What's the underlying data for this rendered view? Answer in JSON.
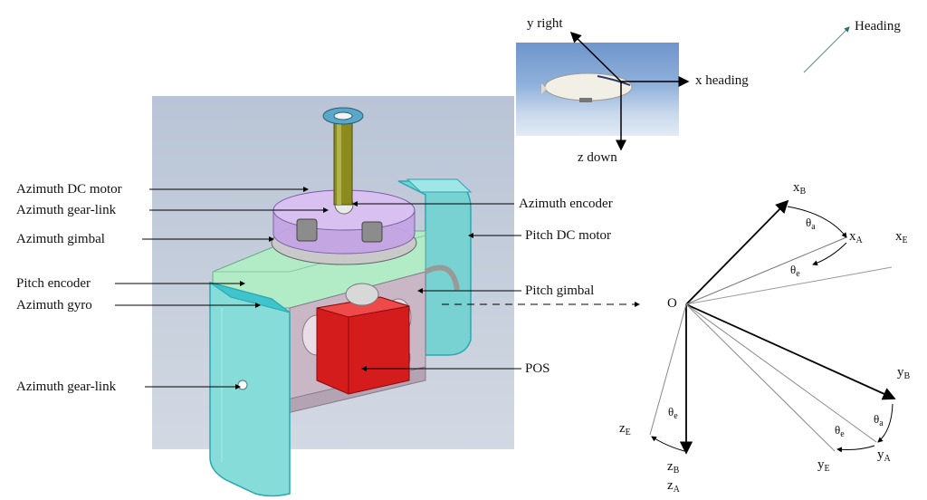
{
  "left_labels": [
    {
      "id": "az-dc-motor",
      "text": "Azimuth DC motor"
    },
    {
      "id": "az-gear-link-top",
      "text": "Azimuth gear-link"
    },
    {
      "id": "az-gimbal",
      "text": "Azimuth gimbal"
    },
    {
      "id": "pitch-encoder",
      "text": "Pitch encoder"
    },
    {
      "id": "az-gyro",
      "text": "Azimuth gyro"
    },
    {
      "id": "az-gear-link-bottom",
      "text": "Azimuth gear-link"
    }
  ],
  "right_labels": [
    {
      "id": "az-encoder",
      "text": "Azimuth encoder"
    },
    {
      "id": "pitch-dc-motor",
      "text": "Pitch DC motor"
    },
    {
      "id": "pitch-gimbal",
      "text": "Pitch gimbal"
    },
    {
      "id": "pos",
      "text": "POS"
    }
  ],
  "body_frame": {
    "y_right": "y right",
    "x_heading": "x heading",
    "z_down": "z down"
  },
  "heading_label": "Heading",
  "coord": {
    "origin": "O",
    "xB": {
      "base": "x",
      "sub": "B"
    },
    "xA": {
      "base": "x",
      "sub": "A"
    },
    "xE": {
      "base": "x",
      "sub": "E"
    },
    "yB": {
      "base": "y",
      "sub": "B"
    },
    "yA": {
      "base": "y",
      "sub": "A"
    },
    "yE": {
      "base": "y",
      "sub": "E"
    },
    "zB": {
      "base": "z",
      "sub": "B"
    },
    "zA": {
      "base": "z",
      "sub": "A"
    },
    "zE": {
      "base": "z",
      "sub": "E"
    },
    "theta_a_top": {
      "base": "θ",
      "sub": "a"
    },
    "theta_e_top": {
      "base": "θ",
      "sub": "e"
    },
    "theta_e_left": {
      "base": "θ",
      "sub": "e"
    },
    "theta_e_right": {
      "base": "θ",
      "sub": "e"
    },
    "theta_a_right": {
      "base": "θ",
      "sub": "a"
    }
  },
  "colors": {
    "housing": "#7dd6d6",
    "housing_edge": "#2aa7b0",
    "top_plate": "#a8e8c2",
    "disk": "#c6a8e6",
    "pos_box": "#d01818",
    "mast": "#7a7a1a",
    "panel": "#b8a8b8"
  }
}
